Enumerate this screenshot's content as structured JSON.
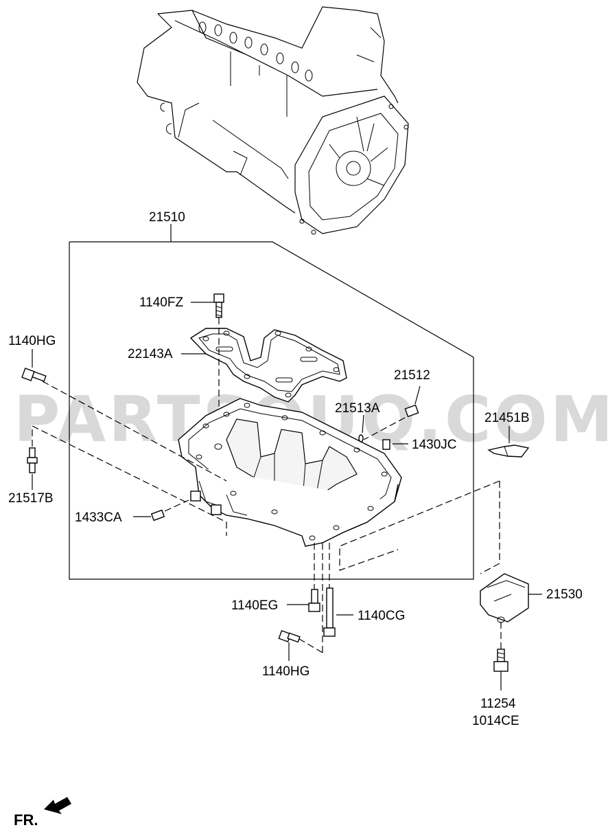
{
  "watermark": "PARTSOUQ.COM",
  "labels": {
    "assembly": "21510",
    "bolt_top": "1140FZ",
    "bolt_left": "1140HG",
    "gasket": "22143A",
    "drain_plug": "21512",
    "drain_gasket": "21513A",
    "sensor": "21451B",
    "dowel_right": "1430JC",
    "stud_left": "21517B",
    "dowel_left": "1433CA",
    "bolt_eg": "1140EG",
    "bolt_cg": "1140CG",
    "bolt_hg_bottom": "1140HG",
    "cover": "21530",
    "bolt_cover": "11254",
    "bolt_cover_alt": "1014CE"
  },
  "direction": "FR."
}
